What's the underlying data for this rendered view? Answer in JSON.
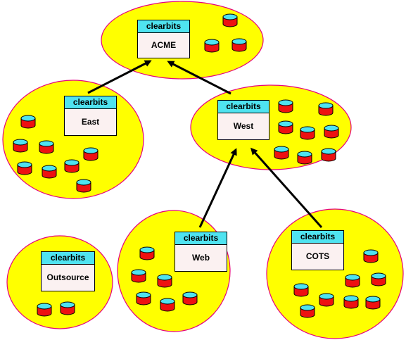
{
  "nodes": {
    "acme": {
      "header": "clearbits",
      "name": "ACME"
    },
    "east": {
      "header": "clearbits",
      "name": "East"
    },
    "west": {
      "header": "clearbits",
      "name": "West"
    },
    "web": {
      "header": "clearbits",
      "name": "Web"
    },
    "cots": {
      "header": "clearbits",
      "name": "COTS"
    },
    "outsource": {
      "header": "clearbits",
      "name": "Outsource"
    }
  },
  "edges": [
    {
      "from": "East",
      "to": "ACME"
    },
    {
      "from": "West",
      "to": "ACME"
    },
    {
      "from": "Web",
      "to": "West"
    },
    {
      "from": "COTS",
      "to": "West"
    }
  ],
  "colors": {
    "region_fill": "#ffff00",
    "region_stroke": "#e6007e",
    "box_header": "#4fe3f0",
    "box_body": "#fbf1f1",
    "cylinder_body": "#ee1111",
    "cylinder_top": "#4fe3f0"
  }
}
